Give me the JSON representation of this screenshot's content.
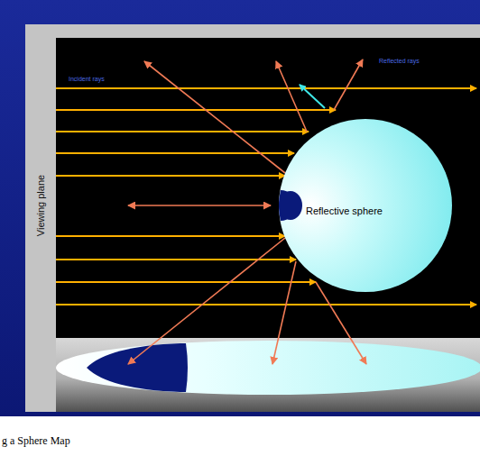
{
  "diagram": {
    "caption": "g a Sphere Map",
    "nodes": [
      {
        "text": [
          "Reflective sphere"
        ]
      }
    ],
    "labels": [
      "Viewing plane",
      "Incident rays",
      "Reflected rays"
    ]
  }
}
